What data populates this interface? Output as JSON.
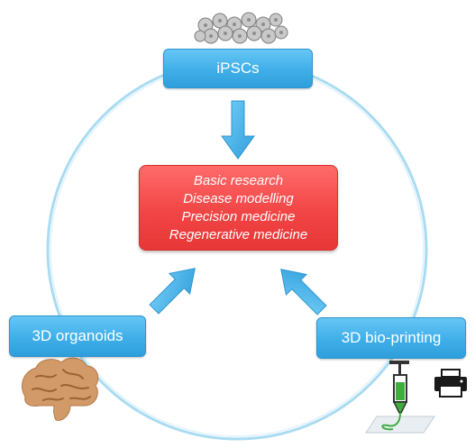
{
  "nodes": {
    "top": "iPSCs",
    "left": "3D organoids",
    "right": "3D bio-printing"
  },
  "center": {
    "lines": [
      "Basic research",
      "Disease modelling",
      "Precision medicine",
      "Regenerative medicine"
    ]
  },
  "colors": {
    "node_blue": "#3faee8",
    "center_red": "#f24545",
    "circle": "#a9dbf2",
    "arrow": "#47b3ea",
    "brain": "#d29a68",
    "syringe_green": "#3fae3f"
  },
  "icons": [
    "cells-icon",
    "brain-icon",
    "syringe-icon",
    "printer-icon"
  ]
}
